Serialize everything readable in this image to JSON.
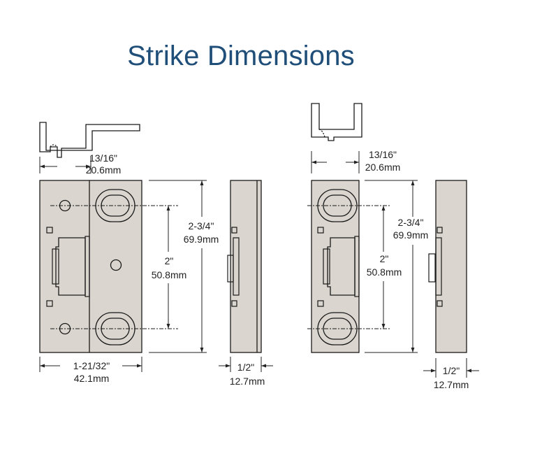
{
  "title": "Strike Dimensions",
  "colors": {
    "title": "#1f4e79",
    "body_fill": "#dad6cf",
    "outline": "#1a1a1a",
    "dim_line": "#222222"
  },
  "left_strike": {
    "top_width_in": "13/16\"",
    "top_width_mm": "20.6mm",
    "height_in": "2-3/4\"",
    "height_mm": "69.9mm",
    "slot_spacing_in": "2\"",
    "slot_spacing_mm": "50.8mm",
    "face_width_in": "1-21/32\"",
    "face_width_mm": "42.1mm",
    "depth_in": "1/2\"",
    "depth_mm": "12.7mm"
  },
  "right_strike": {
    "top_width_in": "13/16\"",
    "top_width_mm": "20.6mm",
    "height_in": "2-3/4\"",
    "height_mm": "69.9mm",
    "slot_spacing_in": "2\"",
    "slot_spacing_mm": "50.8mm",
    "depth_in": "1/2\"",
    "depth_mm": "12.7mm"
  }
}
